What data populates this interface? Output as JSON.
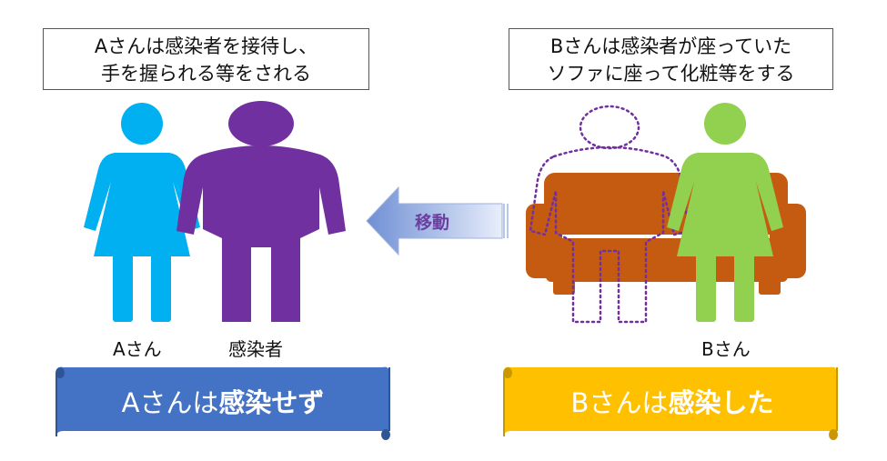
{
  "callouts": {
    "a_line1": "Aさんは感染者を接待し、",
    "a_line2": "手を握られる等をされる",
    "b_line1": "Bさんは感染者が座っていた",
    "b_line2": "ソファに座って化粧等をする"
  },
  "arrow": {
    "label": "移動"
  },
  "labels": {
    "person_a": "Aさん",
    "infected": "感染者",
    "person_b": "Bさん"
  },
  "banners": {
    "a_prefix": "Aさんは",
    "a_result": "感染せず",
    "b_prefix": "Bさんは",
    "b_result": "感染した"
  },
  "colors": {
    "person_a": "#00b0f0",
    "infected": "#7030a0",
    "person_b": "#92d050",
    "sofa": "#c55a11",
    "banner_a": "#4472c4",
    "banner_b": "#ffc000"
  }
}
